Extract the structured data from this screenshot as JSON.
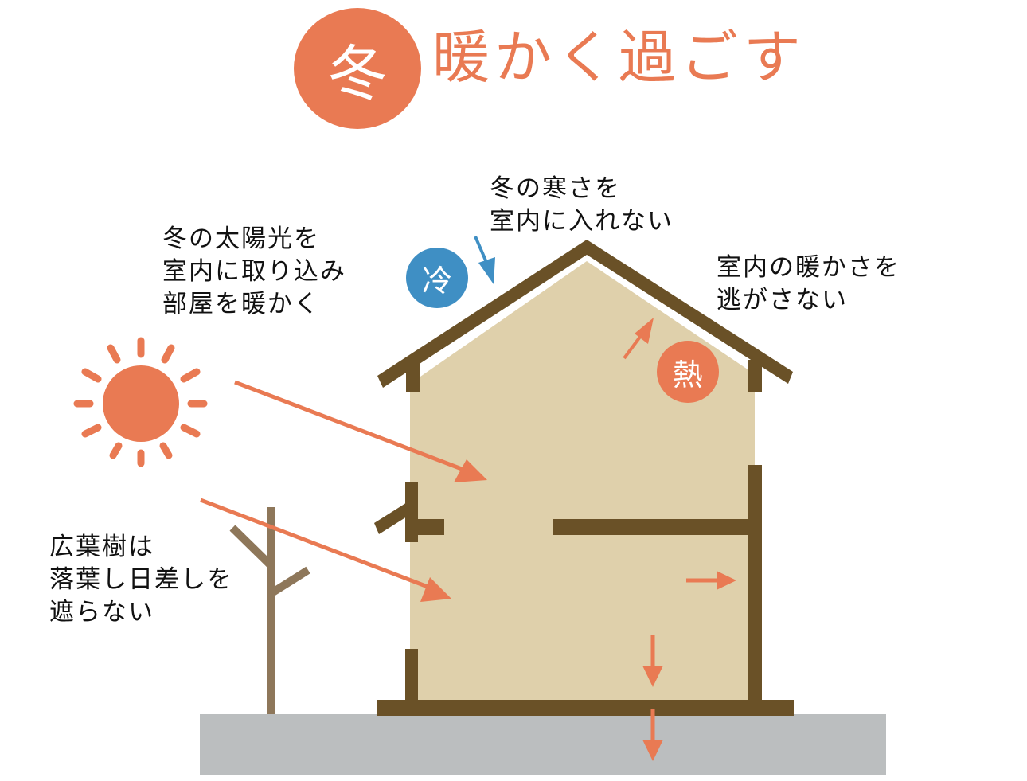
{
  "title": {
    "badge": "冬",
    "text": "暖かく過ごす"
  },
  "labels": {
    "sunlight": [
      "冬の太陽光を",
      "室内に取り込み",
      "部屋を暖かく"
    ],
    "cold_block": [
      "冬の寒さを",
      "室内に入れない"
    ],
    "keep_warm": [
      "室内の暖かさを",
      "逃がさない"
    ],
    "tree": [
      "広葉樹は",
      "落葉し日差しを",
      "遮らない"
    ]
  },
  "badges": {
    "cold": "冷",
    "heat": "熱"
  },
  "colors": {
    "accent_orange": "#e97a53",
    "cold_blue": "#3f8fc4",
    "frame_brown": "#6a5127",
    "interior_beige": "#dfd0ab",
    "tree_brown": "#8e775a",
    "ground_gray": "#bbbebf"
  }
}
